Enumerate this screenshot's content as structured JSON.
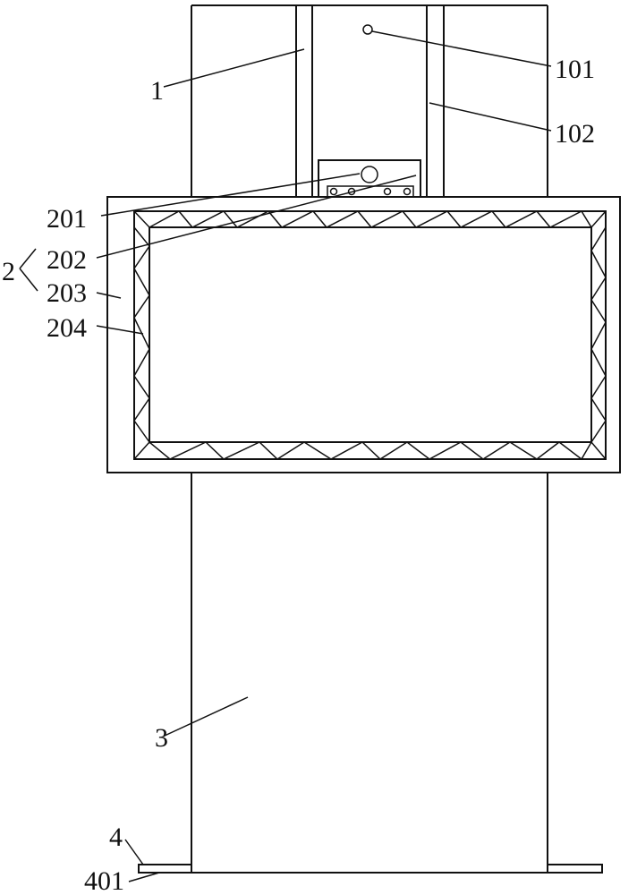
{
  "labels": {
    "l1": "1",
    "l101": "101",
    "l102": "102",
    "l201": "201",
    "l202": "202",
    "l2": "2",
    "l203": "203",
    "l204": "204",
    "l3": "3",
    "l4": "4",
    "l401": "401"
  }
}
